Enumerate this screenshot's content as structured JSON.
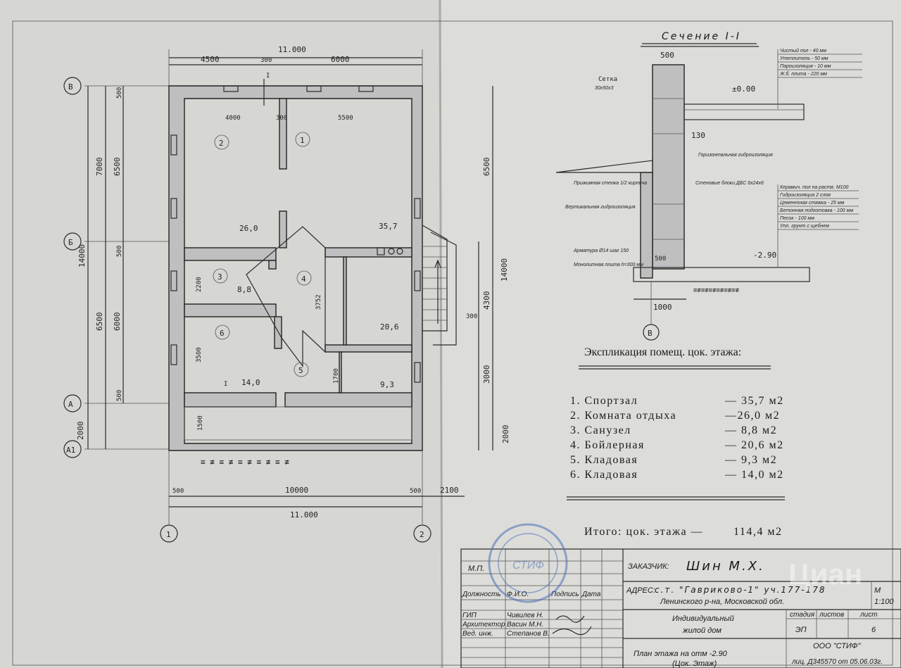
{
  "plan": {
    "overall_width": "11.000",
    "top_dims": [
      "4500",
      "300",
      "6000"
    ],
    "inner_top_dims": [
      "4000",
      "300",
      "5500"
    ],
    "bottom_dims": [
      "500",
      "10000",
      "500",
      "2100"
    ],
    "overall_bottom": "11.000",
    "left_dims_outer": [
      "7000",
      "6500",
      "2000"
    ],
    "left_dims_inner": [
      "6500",
      "6000"
    ],
    "left_small": [
      "500",
      "500",
      "500"
    ],
    "overall_height": "14000",
    "right_dims": [
      "6500",
      "4300",
      "3000",
      "2000"
    ],
    "right_overall": "14000",
    "room_inner_dims": [
      "2200",
      "3500",
      "3752",
      "1700",
      "1500",
      "300"
    ],
    "axes_rows": [
      "В",
      "Б",
      "А",
      "А1"
    ],
    "axes_cols": [
      "1",
      "2"
    ],
    "rooms": [
      {
        "num": "1",
        "area": "35,7"
      },
      {
        "num": "2",
        "area": "26,0"
      },
      {
        "num": "3",
        "area": "8,8"
      },
      {
        "num": "4",
        "area": "20,6"
      },
      {
        "num": "5",
        "area": "9,3"
      },
      {
        "num": "6",
        "area": "14,0"
      }
    ],
    "section_mark": "I"
  },
  "section": {
    "title": "Сечение I-I",
    "wall_width": "500",
    "mesh_label": "Сетка",
    "mesh_size": "30х50х3",
    "level_zero": "±0.00",
    "dim_130": "130",
    "level_bottom": "-2.90",
    "dim_500": "500",
    "dim_1000": "1000",
    "axis": "В",
    "horizontal_waterproofing": "Горизонтальная гидроизоляция",
    "protective_wall": "Прижимная стенка 1/2 кирпича",
    "vertical_waterproofing": "Вертикальная гидроизоляция",
    "wall_blocks": "Стеновые блоки ДБС 6х24х6",
    "reinforcement": "Арматура Ø14 шаг 150",
    "slab": "Монолитная плита h=300 мм",
    "floor_layers": [
      "Чистый пол - 40 мм",
      "Утеплитель - 50 мм",
      "Пароизоляция - 10 мм",
      "Ж.б. плита - 220 мм"
    ],
    "base_layers": [
      "Керамич. пол на раств. М100",
      "Гидроизоляция 2 слоя",
      "Цементная стяжка - 25 мм",
      "Бетонная подготовка - 100 мм",
      "Песок - 100 мм",
      "Упл. грунт с щебнем"
    ]
  },
  "explication": {
    "title": "Экспликация помещ. цок. этажа:",
    "items": [
      {
        "label": "1. Спортзал",
        "area": "— 35,7 м2"
      },
      {
        "label": "2. Комната отдыха",
        "area": "—26,0 м2"
      },
      {
        "label": "3. Санузел",
        "area": "— 8,8 м2"
      },
      {
        "label": "4. Бойлерная",
        "area": "— 20,6 м2"
      },
      {
        "label": "5. Кладовая",
        "area": "— 9,3 м2"
      },
      {
        "label": "6. Кладовая",
        "area": "— 14,0 м2"
      }
    ],
    "total_label": "Итого: цок. этажа —",
    "total_value": "114,4 м2"
  },
  "title_block": {
    "mp": "М.П.",
    "col_position": "Должность",
    "col_name": "Ф.И.О.",
    "col_signature": "Подпись",
    "col_date": "Дата",
    "staff": [
      {
        "role": "ГИП",
        "name": "Чивилев Н."
      },
      {
        "role": "Архитектор",
        "name": "Васин М.Н."
      },
      {
        "role": "Вед. инж.",
        "name": "Степанов В."
      }
    ],
    "customer_label": "ЗАКАЗЧИК:",
    "customer": "Шин М.Х.",
    "address_label": "АДРЕС:",
    "address_line1": "с.т. \"Гавриково-1\" уч.177-178",
    "address_line2": "Ленинского р-на, Московской обл.",
    "scale_label": "М",
    "scale": "1:100",
    "object_line1": "Индивидуальный",
    "object_line2": "жилой дом",
    "stage_label": "стадия",
    "sheets_label": "листов",
    "sheet_label": "лист",
    "stage": "ЭП",
    "sheet": "6",
    "drawing_line1": "План этажа на отм -2.90",
    "drawing_line2": "(Цок. Этаж)",
    "company": "ООО \"СТИФ\"",
    "license": "лиц. Д345570 от 05.06.03г.",
    "stamp_text": "СТИФ",
    "watermark": "Циан"
  }
}
